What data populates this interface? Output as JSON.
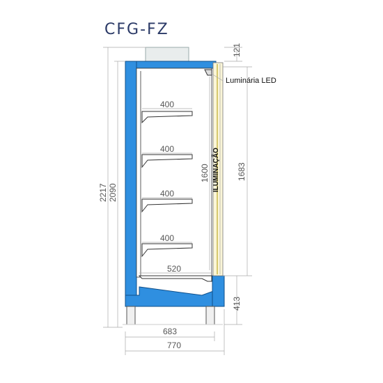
{
  "title": "CFG-FZ",
  "labels": {
    "led": "Luminária LED",
    "illumination": "ILUMINAÇÃO"
  },
  "dimensions": {
    "top_height": "121",
    "total_height": "2217",
    "inner_height": "2090",
    "door_height": "1683",
    "illumination_height": "1600",
    "base_height": "413",
    "shelf_1": "400",
    "shelf_2": "400",
    "shelf_3": "400",
    "shelf_4": "400",
    "bottom_shelf": "520",
    "inner_width": "683",
    "total_width": "770"
  },
  "colors": {
    "cabinet": "#2f8fe0",
    "dim_line": "#aaaaaa",
    "text": "#555555",
    "title": "#2b3a67"
  }
}
